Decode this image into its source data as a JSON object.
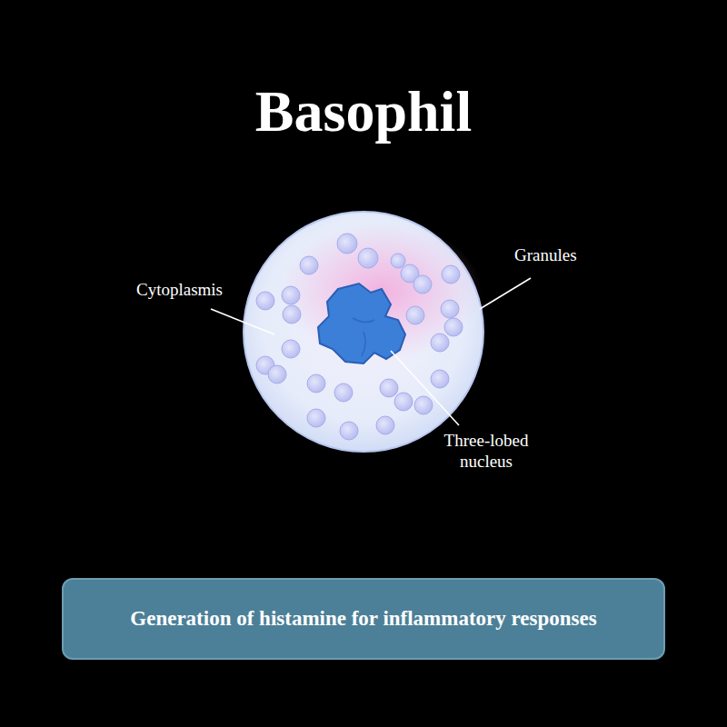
{
  "diagram": {
    "title": "Basophil",
    "nodes": [
      {
        "text": [
          "Generation of histamine for inflammatory responses"
        ]
      }
    ],
    "labels": [
      "Cytoplasmis",
      "Granules",
      "Three-lobed nucleus"
    ]
  }
}
